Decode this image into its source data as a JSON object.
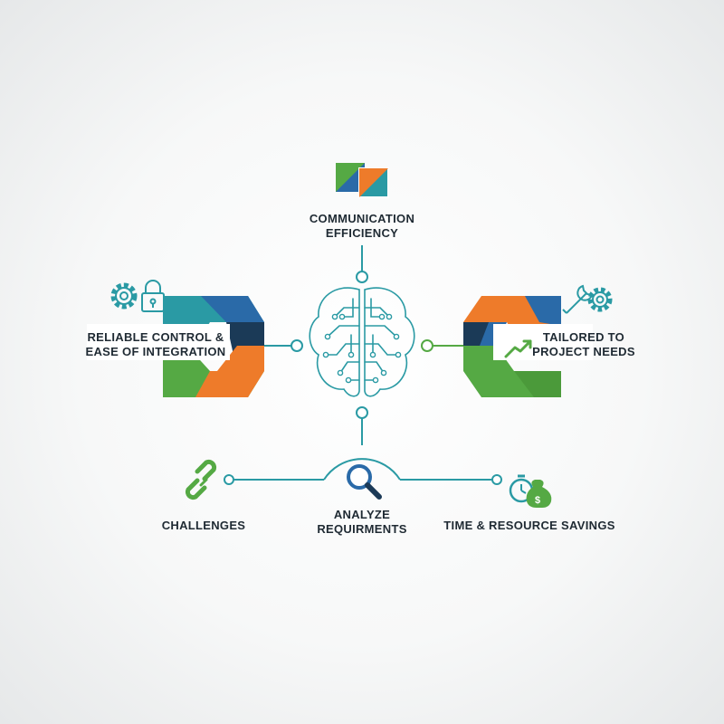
{
  "colors": {
    "teal": "#2a9aa4",
    "blue": "#2a6aa8",
    "orange": "#ee7b2a",
    "green": "#55a944",
    "navy": "#1b3a57",
    "text": "#1f2a33"
  },
  "nodes": {
    "communication": {
      "line1": "COMMUNICATION",
      "line2": "EFFICIENCY",
      "icon": "overlapping-squares-icon"
    },
    "reliable": {
      "line1": "RELIABLE CONTROL &",
      "line2": "EASE OF INTEGRATION",
      "icon": "gear-lock-icon"
    },
    "tailored": {
      "line1": "TAILORED TO",
      "line2": "PROJECT NEEDS",
      "icon": "wrench-gear-icon"
    },
    "challenges": {
      "line1": "CHALLENGES",
      "icon": "broken-link-icon"
    },
    "analyze": {
      "line1": "ANALYZE",
      "line2": "REQUIRMENTS",
      "icon": "magnifier-icon"
    },
    "time": {
      "line1": "TIME & RESOURCE SAVINGS",
      "icon": "stopwatch-money-icon"
    }
  },
  "center": {
    "icon": "circuit-brain-icon"
  }
}
